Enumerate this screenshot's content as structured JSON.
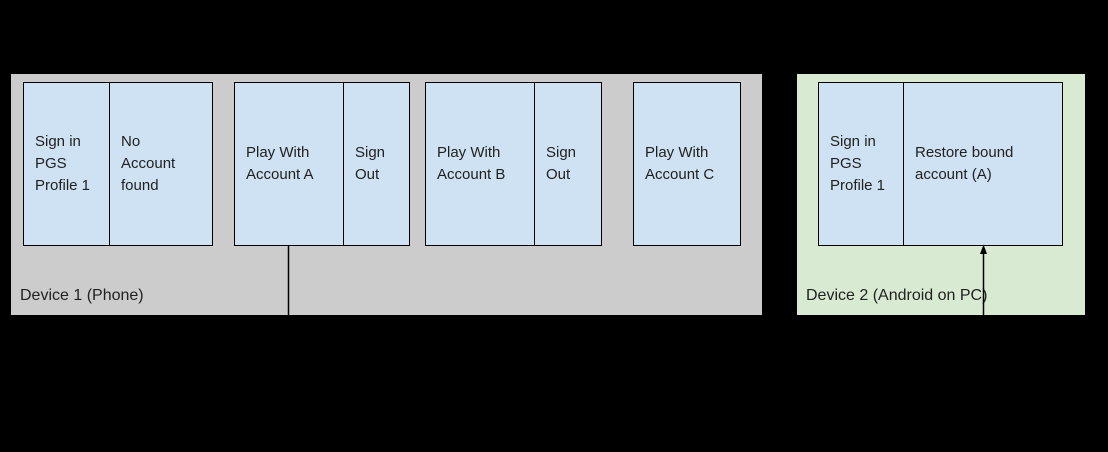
{
  "colors": {
    "background": "#000000",
    "device1_fill": "#cccccc",
    "device2_fill": "#d9ead3",
    "step_fill": "#cfe2f3",
    "stroke": "#000000",
    "text": "#212121"
  },
  "device1": {
    "label": "Device 1 (Phone)",
    "groups": [
      {
        "cells": [
          "Sign in\nPGS\nProfile 1",
          "No\nAccount\nfound"
        ]
      },
      {
        "cells": [
          "Play With\nAccount A",
          "Sign\nOut"
        ]
      },
      {
        "cells": [
          "Play With\nAccount B",
          "Sign\nOut"
        ]
      },
      {
        "cells": [
          "Play With\nAccount C"
        ]
      }
    ]
  },
  "device2": {
    "label": "Device 2 (Android on PC)",
    "groups": [
      {
        "cells": [
          "Sign in\nPGS\nProfile 1",
          "Restore bound\naccount (A)"
        ]
      }
    ]
  },
  "connectors": [
    {
      "name": "line-down-from-play-with-account-a",
      "style": "plain-line"
    },
    {
      "name": "arrow-up-into-restore-bound-account",
      "style": "arrow-up"
    }
  ]
}
